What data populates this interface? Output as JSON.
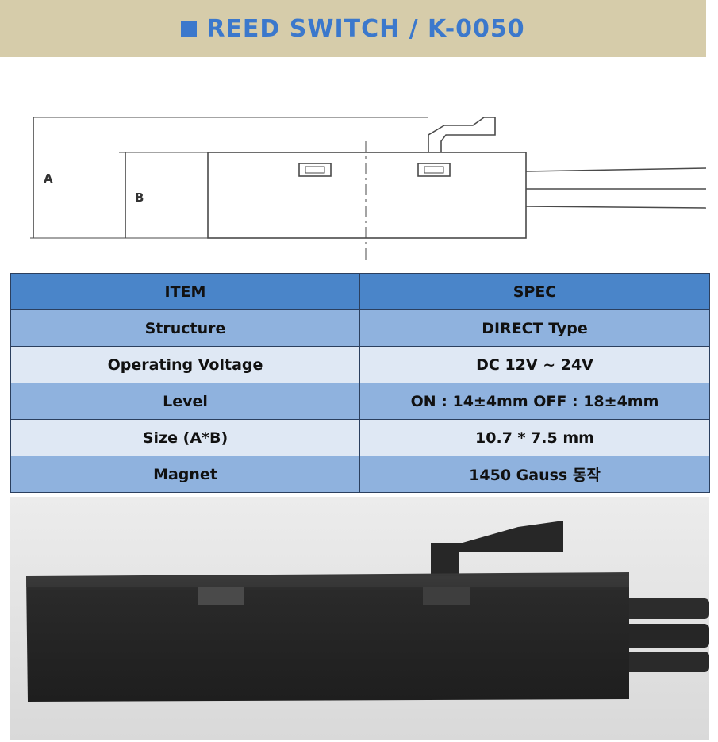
{
  "header": {
    "title": "REED SWITCH / K-0050",
    "accent_color": "#3b78cc",
    "background_color": "#d6ccaa"
  },
  "drawing": {
    "label_a": "A",
    "label_b": "B"
  },
  "spec_table": {
    "headers": [
      "ITEM",
      "SPEC"
    ],
    "rows": [
      {
        "item": "Structure",
        "spec": "DIRECT Type"
      },
      {
        "item": "Operating Voltage",
        "spec": "DC 12V ~ 24V"
      },
      {
        "item": "Level",
        "spec": "ON : 14±4mm OFF : 18±4mm"
      },
      {
        "item": "Size (A*B)",
        "spec": "10.7 * 7.5 mm"
      },
      {
        "item": "Magnet",
        "spec": "1450 Gauss 동작"
      }
    ],
    "header_color": "#4a85c9",
    "row_colors": [
      "#8fb2de",
      "#dfe8f4"
    ]
  },
  "photo": {
    "subject_icon": "reed-switch-product-photo"
  }
}
